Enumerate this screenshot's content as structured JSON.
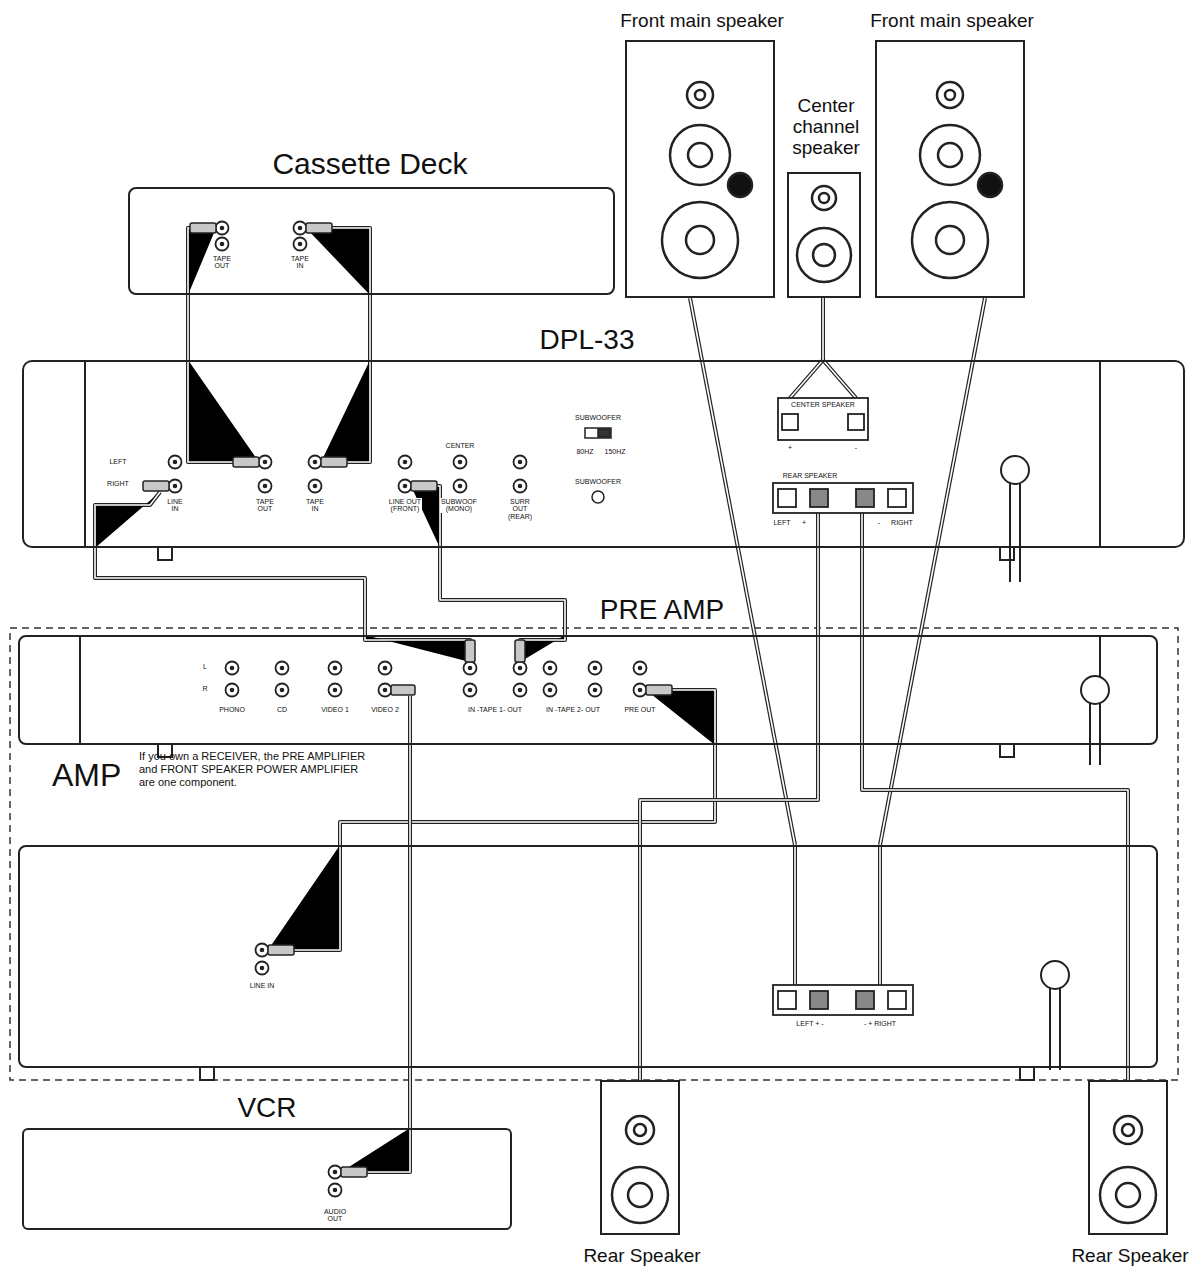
{
  "diagram": {
    "nodes": [
      {
        "text": [
          "Front main speaker"
        ]
      },
      {
        "text": [
          "Center channel speaker"
        ]
      },
      {
        "text": [
          "Front main speaker"
        ]
      },
      {
        "text": [
          "Cassette Deck"
        ]
      },
      {
        "text": [
          "DPL-33"
        ]
      },
      {
        "text": [
          "PRE AMP"
        ]
      },
      {
        "text": [
          "AMP",
          "If you own a RECEIVER, the PRE AMPLIFIER and FRONT SPEAKER POWER AMPLIFIER are one component."
        ]
      },
      {
        "text": [
          "VCR"
        ]
      },
      {
        "text": [
          "Rear Speaker"
        ]
      },
      {
        "text": [
          "Rear Speaker"
        ]
      }
    ],
    "edges": [
      {
        "from": 3,
        "to": 4,
        "arrow": "none"
      },
      {
        "from": 3,
        "to": 4,
        "arrow": "none"
      },
      {
        "from": 4,
        "to": 5,
        "arrow": "none"
      },
      {
        "from": 4,
        "to": 5,
        "arrow": "none"
      },
      {
        "from": 5,
        "to": 6,
        "arrow": "none"
      },
      {
        "from": 7,
        "to": 5,
        "arrow": "none"
      },
      {
        "from": 0,
        "to": 6,
        "arrow": "none"
      },
      {
        "from": 2,
        "to": 6,
        "arrow": "none"
      },
      {
        "from": 1,
        "to": 4,
        "arrow": "none"
      },
      {
        "from": 8,
        "to": 4,
        "arrow": "none"
      },
      {
        "from": 9,
        "to": 4,
        "arrow": "none"
      }
    ],
    "labels": [
      "TAPE OUT",
      "TAPE IN",
      "LEFT",
      "RIGHT",
      "LINE IN",
      "TAPE OUT",
      "TAPE IN",
      "LINE OUT (FRONT)",
      "CENTER",
      "SUBWOOF (MONO)",
      "SURR OUT (REAR)",
      "SUBWOOFER",
      "80HZ",
      "150HZ",
      "SUBWOOFER",
      "CENTER SPEAKER",
      "+",
      "-",
      "REAR SPEAKER",
      "LEFT",
      "+",
      "-",
      "RIGHT",
      "L",
      "R",
      "PHONO",
      "CD",
      "VIDEO 1",
      "VIDEO 2",
      "IN -TAPE 1- OUT",
      "IN -TAPE 2- OUT",
      "PRE OUT",
      "LINE IN",
      "LEFT + -",
      "- + RIGHT",
      "AUDIO OUT"
    ]
  }
}
